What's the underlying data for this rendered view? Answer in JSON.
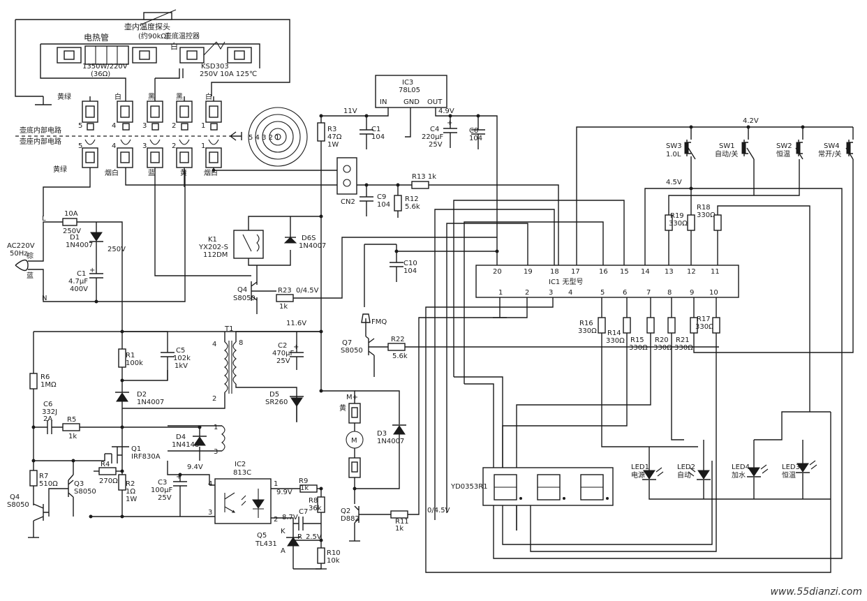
{
  "top": {
    "probe_label": "壶内温度探头",
    "probe_value": "(约90kΩ)",
    "thermostat_label": "壶底温控器",
    "heater_label": "电热管",
    "heater_power": "1350W/220V",
    "heater_res": "(36Ω)",
    "white_wire": "白",
    "ksd_model": "KSD303",
    "ksd_rating": "250V 10A 125℃"
  },
  "connector": {
    "upper_colors": [
      "黄绿",
      "白",
      "黑",
      "黑",
      "白"
    ],
    "lower_colors": [
      "黄绿",
      "烟白",
      "蓝",
      "黄",
      "烟白"
    ],
    "pin_numbers": [
      "5",
      "4",
      "3",
      "2",
      "1"
    ],
    "upper_title": "壶底内部电路",
    "lower_title": "壶座内部电路",
    "coil_digits": "5 4 3 2 1"
  },
  "ic3": {
    "name": "IC3",
    "model": "78L05",
    "pin_in": "IN",
    "pin_gnd": "GND",
    "pin_out": "OUT",
    "v_in": "11V",
    "v_out": "4.9V"
  },
  "parts": {
    "r3": "R3",
    "r3_val": "47Ω",
    "r3_w": "1W",
    "c1": "C1",
    "c1_val": "104",
    "c4": "C4",
    "c4_val": "220μF",
    "c4_v": "25V",
    "c8": "C8",
    "c8_val": "104",
    "cn2": "CN2",
    "r13": "R13 1k",
    "c9": "C9",
    "c9_val": "104",
    "r12": "R12",
    "r12_val": "5.6k",
    "k1": "K1",
    "k1_model": "YX202-S",
    "k1_code": "112DM",
    "d6": "D6S",
    "d6_val": "1N4007",
    "q4a": "Q4",
    "q4a_val": "S8050",
    "r23": "R23",
    "r23_val": "1k",
    "sig_a": "0/4.5V",
    "fuse": "10A",
    "fuse_v": "250V",
    "d1": "D1",
    "d1_val": "1N4007",
    "v250": "250V",
    "c1b": "C1",
    "c1b_val": "4.7μF",
    "c1b_v": "400V",
    "ac": "AC220V",
    "ac_f": "50Hz",
    "l": "L",
    "n": "N",
    "brown": "棕",
    "blue": "蓝",
    "t1": "T1",
    "t1_p4": "4",
    "t1_p8": "8",
    "t1_p2": "2",
    "t1_p1": "1",
    "t1_p3": "3",
    "c2": "C2",
    "c2_val": "470μF",
    "c2_v": "25V",
    "v116": "11.6V",
    "d5": "D5",
    "d5_val": "SR260",
    "r1": "R1",
    "r1_val": "100k",
    "c5": "C5",
    "c5_val": "102k",
    "c5_v": "1kV",
    "d2": "D2",
    "d2_val": "1N4007",
    "r6": "R6",
    "r6_val": "1MΩ",
    "c6": "C6",
    "c6_val": "332J",
    "c6_a": "2A",
    "r5": "R5",
    "r5_val": "1k",
    "d4": "D4",
    "d4_val": "1N4148",
    "q1": "Q1",
    "q1_val": "IRF830A",
    "r7": "R7",
    "r7_val": "510Ω",
    "r4": "R4",
    "r4_val": "270Ω",
    "r2": "R2",
    "r2_val": "1Ω",
    "r2_w": "1W",
    "q3": "Q3",
    "q3_val": "S8050",
    "q4b": "Q4",
    "q4b_val": "S8050",
    "c3": "C3",
    "c3_val": "100μF",
    "c3_v": "25V",
    "v94": "9.4V",
    "ic2": "IC2",
    "ic2_val": "813C",
    "ic2_p4": "4",
    "ic2_p3": "3",
    "ic2_p1": "1",
    "ic2_p2": "2",
    "r9": "R9",
    "r9_val": "1k",
    "v99": "9.9V",
    "r8": "R8",
    "r8_val": "36k",
    "v87": "8.7V",
    "c7": "C7",
    "k": "K",
    "r": "R",
    "a": "A",
    "q5": "Q5",
    "q5_val": "TL431",
    "v25": "2.5V",
    "r10": "R10",
    "r10_val": "10k",
    "fmq": "FMQ",
    "q7": "Q7",
    "q7_val": "S8050",
    "r22": "R22",
    "r22_val": "5.6k",
    "mplus": "M+",
    "yellow": "黄",
    "m": "M",
    "d3": "D3",
    "d3_val": "1N4007",
    "q2": "Q2",
    "q2_val": "D882",
    "r11": "R11",
    "r11_val": "1k",
    "sig_b": "0/4.5V",
    "c10": "C10",
    "c10_val": "104"
  },
  "ic1": {
    "name": "IC1 无型号",
    "top_pins": [
      "20",
      "19",
      "18",
      "17",
      "16",
      "15",
      "14",
      "13",
      "12",
      "11"
    ],
    "bottom_pins": [
      "1",
      "2",
      "3",
      "4",
      "5",
      "6",
      "7",
      "8",
      "9",
      "10"
    ]
  },
  "res330": {
    "r19": "R19",
    "r18": "R18",
    "r16": "R16",
    "r14": "R14",
    "r15": "R15",
    "r20": "R20",
    "r21": "R21",
    "r17": "R17",
    "val": "330Ω"
  },
  "switches": {
    "v42": "4.2V",
    "v45": "4.5V",
    "sw3": "SW3",
    "sw3_lbl": "1.0L",
    "sw1": "SW1",
    "sw1_lbl": "自动/关",
    "sw2": "SW2",
    "sw2_lbl": "恒温",
    "sw4": "SW4",
    "sw4_lbl": "常开/关"
  },
  "display": {
    "model": "YD0353R1"
  },
  "leds": {
    "led1": "LED1",
    "led1_lbl": "电源",
    "led2": "LED2",
    "led2_lbl": "自动",
    "led4": "LED4",
    "led4_lbl": "加水",
    "led3": "LED3",
    "led3_lbl": "恒温"
  },
  "watermark": "www.55dianzi.com"
}
